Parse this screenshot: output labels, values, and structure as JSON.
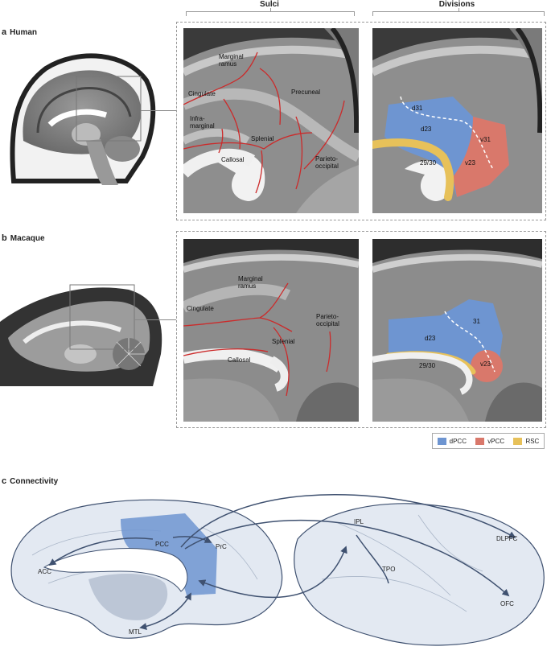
{
  "columns": {
    "sulci": "Sulci",
    "divisions": "Divisions"
  },
  "panel_a": {
    "letter": "a",
    "title": "Human"
  },
  "panel_b": {
    "letter": "b",
    "title": "Macaque"
  },
  "panel_c": {
    "letter": "c",
    "title": "Connectivity"
  },
  "human_sulci": {
    "marginal_ramus": "Marginal ramus",
    "cingulate": "Cingulate",
    "precuneal": "Precuneal",
    "inframarginal": "Infra-marginal",
    "splenial": "Splenial",
    "callosal": "Callosal",
    "parieto_occipital": "Parieto-occipital"
  },
  "human_divisions": {
    "d31": "d31",
    "d23": "d23",
    "v31": "v31",
    "v23": "v23",
    "rsc": "29/30"
  },
  "macaque_sulci": {
    "marginal_ramus": "Marginal ramus",
    "cingulate": "Cingulate",
    "parieto_occipital": "Parieto-occipital",
    "splenial": "Splenial",
    "callosal": "Callosal"
  },
  "macaque_divisions": {
    "a31": "31",
    "d23": "d23",
    "rsc": "29/30",
    "v23": "v23"
  },
  "legend": [
    {
      "label": "dPCC",
      "color": "#6e95d1"
    },
    {
      "label": "vPCC",
      "color": "#d9786b"
    },
    {
      "label": "RSC",
      "color": "#e7c15a"
    }
  ],
  "connectivity": {
    "pcc": "PCC",
    "prc": "PrC",
    "acc": "ACC",
    "mtl": "MTL",
    "ipl": "IPL",
    "tpo": "TPO",
    "dlpfc": "DLPFC",
    "ofc": "OFC"
  },
  "colors": {
    "sulcus_line": "#cc2a2a",
    "brain_fill": "#e3e9f2",
    "brain_stroke": "#3f5170",
    "pcc_fill": "#6e95d1"
  }
}
